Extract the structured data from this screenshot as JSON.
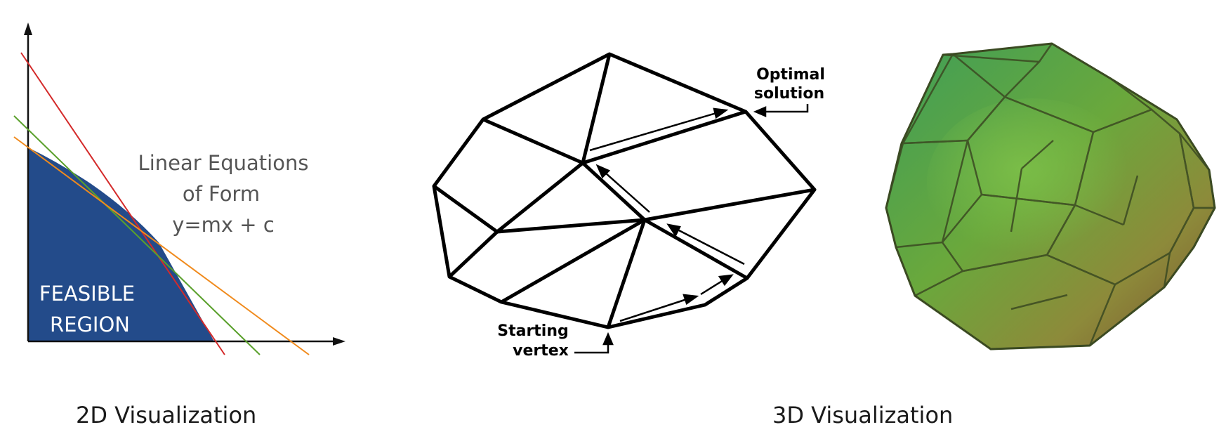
{
  "panel_2d": {
    "equation_line1": "Linear Equations",
    "equation_line2": "of Form",
    "equation_line3": "y=mx + c",
    "region_line1": "FEASIBLE",
    "region_line2": "REGION",
    "colors": {
      "region": "#234b8a",
      "line_red": "#d42a2a",
      "line_green": "#5aa02c",
      "line_orange": "#f08a1c",
      "label_text": "#555555"
    }
  },
  "panel_graph": {
    "optimal_line1": "Optimal",
    "optimal_line2": "solution",
    "start_line1": "Starting",
    "start_line2": "vertex"
  },
  "panel_3d": {
    "colors": {
      "green": "#4aa84a",
      "olive": "#8f9a3a",
      "brown": "#8a5a3a",
      "edge": "#3b4a22"
    }
  },
  "captions": {
    "left": "2D Visualization",
    "right": "3D Visualization"
  }
}
